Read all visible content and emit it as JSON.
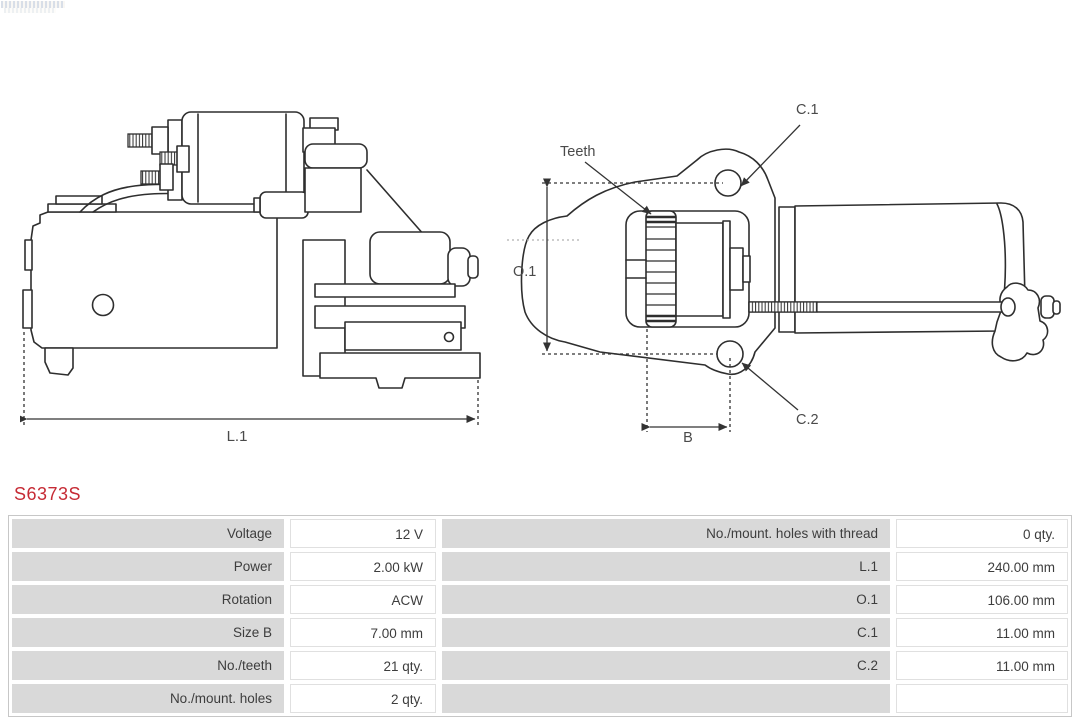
{
  "part_number": "S6373S",
  "diagram_left": {
    "labels": {
      "l1": "L.1"
    }
  },
  "diagram_right": {
    "labels": {
      "c1": "C.1",
      "c2": "C.2",
      "o1": "O.1",
      "b": "B",
      "teeth": "Teeth"
    }
  },
  "spec_table": {
    "rows": [
      {
        "l_label": "Voltage",
        "l_value": "12 V",
        "r_label": "No./mount. holes with thread",
        "r_value": "0 qty."
      },
      {
        "l_label": "Power",
        "l_value": "2.00 kW",
        "r_label": "L.1",
        "r_value": "240.00 mm"
      },
      {
        "l_label": "Rotation",
        "l_value": "ACW",
        "r_label": "O.1",
        "r_value": "106.00 mm"
      },
      {
        "l_label": "Size B",
        "l_value": "7.00 mm",
        "r_label": "C.1",
        "r_value": "11.00 mm"
      },
      {
        "l_label": "No./teeth",
        "l_value": "21 qty.",
        "r_label": "C.2",
        "r_value": "11.00 mm"
      },
      {
        "l_label": "No./mount. holes",
        "l_value": "2 qty.",
        "r_label": "",
        "r_value": ""
      }
    ]
  },
  "colors": {
    "accent_red": "#c62b35",
    "label_cell_bg": "#d9d9d9",
    "table_border": "#c7c7c7",
    "drawing_line": "#2e2e2e",
    "text": "#3d3d3d"
  }
}
